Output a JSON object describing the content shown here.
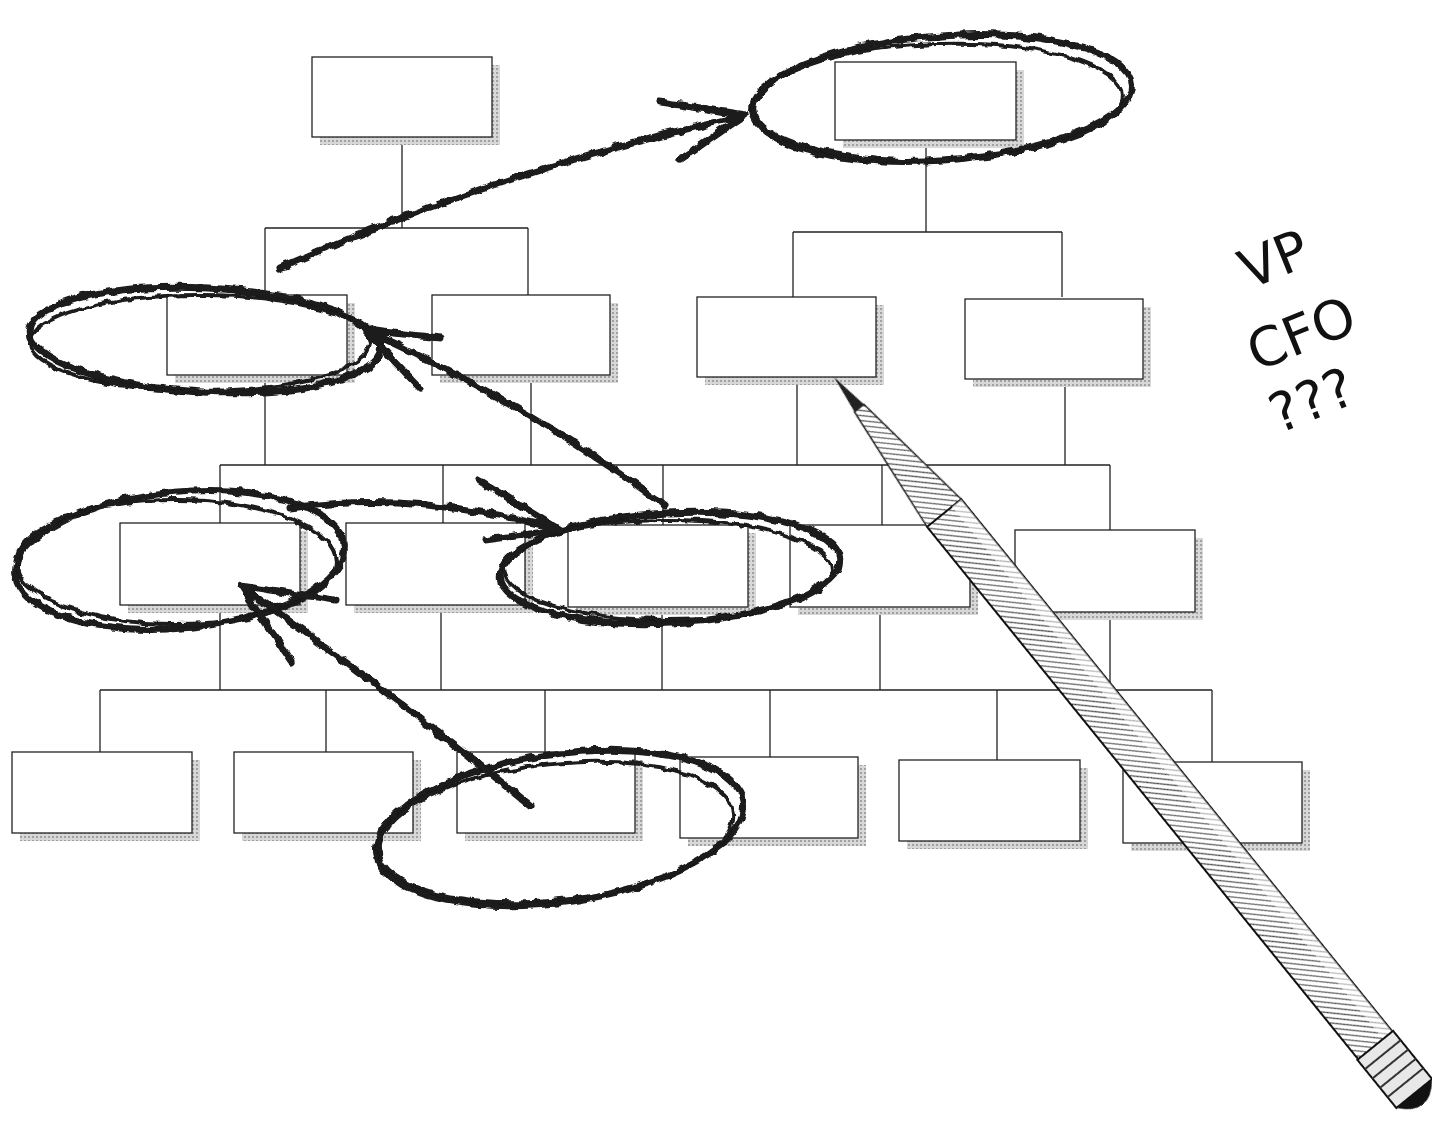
{
  "diagram": {
    "labels": [
      "VP",
      "CFO",
      "???"
    ]
  }
}
